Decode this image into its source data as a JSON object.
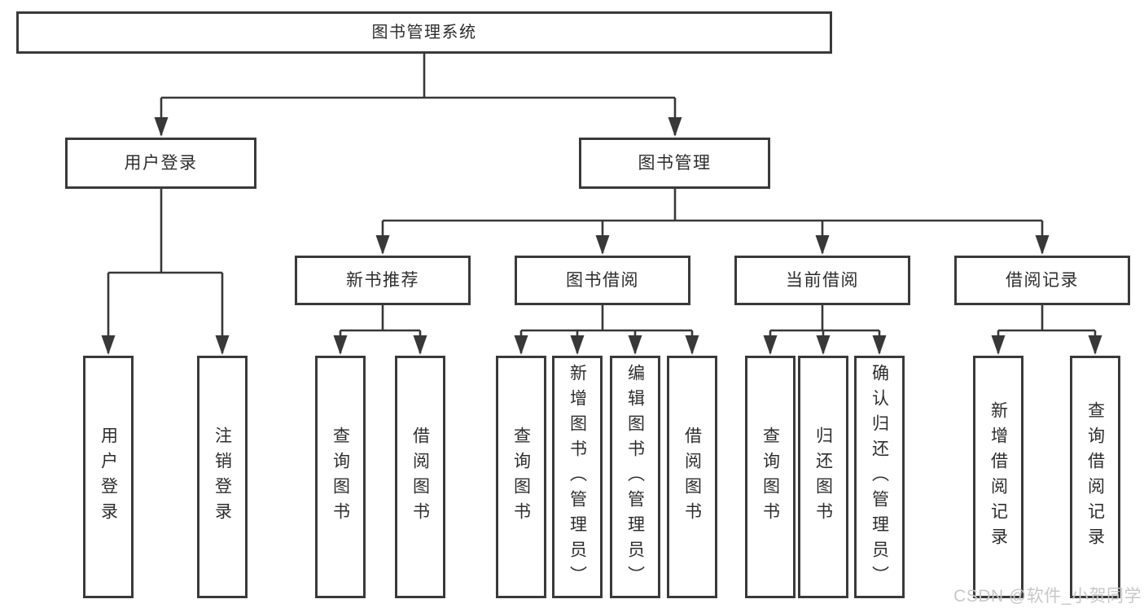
{
  "diagram": {
    "root": {
      "label": "图书管理系统"
    },
    "children": [
      {
        "label": "用户登录",
        "children": [
          {
            "label": "用户登录"
          },
          {
            "label": "注销登录"
          }
        ]
      },
      {
        "label": "图书管理",
        "children": [
          {
            "label": "新书推荐",
            "children": [
              {
                "label": "查询图书"
              },
              {
                "label": "借阅图书"
              }
            ]
          },
          {
            "label": "图书借阅",
            "children": [
              {
                "label": "查询图书"
              },
              {
                "label": "新增图书（管理员）"
              },
              {
                "label": "编辑图书（管理员）"
              },
              {
                "label": "借阅图书"
              }
            ]
          },
          {
            "label": "当前借阅",
            "children": [
              {
                "label": "查询图书"
              },
              {
                "label": "归还图书"
              },
              {
                "label": "确认归还（管理员）"
              }
            ]
          },
          {
            "label": "借阅记录",
            "children": [
              {
                "label": "新增借阅记录"
              },
              {
                "label": "查询借阅记录"
              }
            ]
          }
        ]
      }
    ]
  },
  "watermark": {
    "text": "CSDN @软件_小贺同学"
  },
  "colors": {
    "background": "#ffffff",
    "box_border": "#3a3a3a",
    "line": "#383838",
    "text": "#2d2d2d",
    "watermark": "#c7c7c7"
  }
}
